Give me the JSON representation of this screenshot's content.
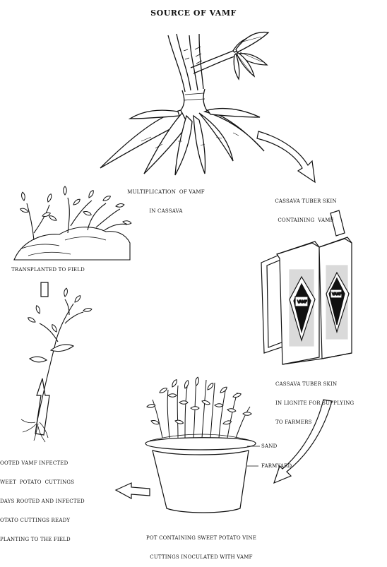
{
  "title": "SOURCE OF VAMF",
  "labels": {
    "multiplication": [
      "MULTIPLICATION  OF VAMF",
      "IN CASSAVA"
    ],
    "tuber_skin": [
      "CASSAVA TUBER SKIN",
      "CONTAINING  VAMF"
    ],
    "lignite": [
      "CASSAVA TUBER SKIN",
      "IN LIGNITE FOR SUPPLYING",
      "TO FARMERS"
    ],
    "sand": "SAND",
    "farmyard": "FARMYARD",
    "pot": [
      "POT CONTAINING SWEET POTATO VINE",
      "CUTTINGS INOCULATED WITH VAMF"
    ],
    "rooted": [
      "OOTED VAMF INFECTED",
      "WEET  POTATO  CUTTINGS",
      "DAYS ROOTED AND INFECTED",
      "OTATO CUTTINGS READY",
      "PLANTING TO THE FIELD"
    ],
    "transplanted": "TRANSPLANTED TO FIELD"
  }
}
